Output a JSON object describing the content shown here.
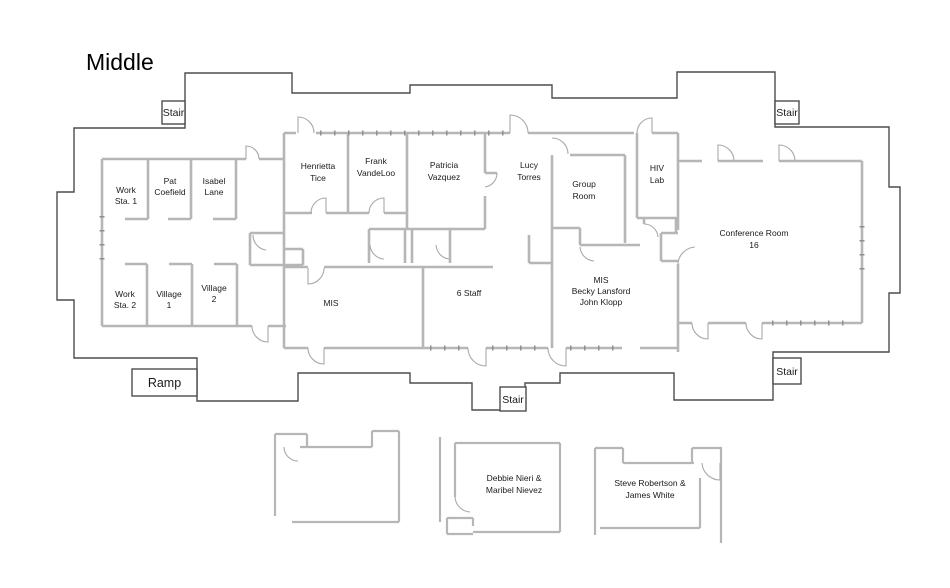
{
  "title": "Middle",
  "colors": {
    "outline": "#4d4d4d",
    "wall": "#b6b6b6",
    "text": "#1a1a1a",
    "background": "#ffffff"
  },
  "markers": {
    "stairs": [
      "Stair",
      "Stair",
      "Stair",
      "Stair"
    ],
    "ramp": "Ramp"
  },
  "rooms": {
    "work_sta_1": {
      "lines": [
        "Work",
        "Sta. 1"
      ]
    },
    "pat_coefield": {
      "lines": [
        "Pat",
        "Coefield"
      ]
    },
    "isabel_lane": {
      "lines": [
        "Isabel",
        "Lane"
      ]
    },
    "work_sta_2": {
      "lines": [
        "Work",
        "Sta. 2"
      ]
    },
    "village_1": {
      "lines": [
        "Village",
        "1"
      ]
    },
    "village_2": {
      "lines": [
        "Village",
        "2"
      ]
    },
    "henrietta_tice": {
      "lines": [
        "Henrietta",
        "Tice"
      ]
    },
    "frank_vandeloo": {
      "lines": [
        "Frank",
        "VandeLoo"
      ]
    },
    "patricia_vazquez": {
      "lines": [
        "Patricia",
        "Vazquez"
      ]
    },
    "lucy_torres": {
      "lines": [
        "Lucy",
        "Torres"
      ]
    },
    "group_room": {
      "lines": [
        "Group",
        "Room"
      ]
    },
    "hiv_lab": {
      "lines": [
        "HIV",
        "Lab"
      ]
    },
    "conference_room": {
      "lines": [
        "Conference Room",
        "16"
      ]
    },
    "mis": {
      "lines": [
        "MIS"
      ]
    },
    "six_staff": {
      "lines": [
        "6 Staff"
      ]
    },
    "mis_becky": {
      "lines": [
        "MIS",
        "Becky Lansford",
        "John Klopp"
      ]
    },
    "debbie_maribel": {
      "lines": [
        "Debbie Nieri &",
        "Maribel Nievez"
      ]
    },
    "steve_james": {
      "lines": [
        "Steve Robertson &",
        "James White"
      ]
    }
  }
}
